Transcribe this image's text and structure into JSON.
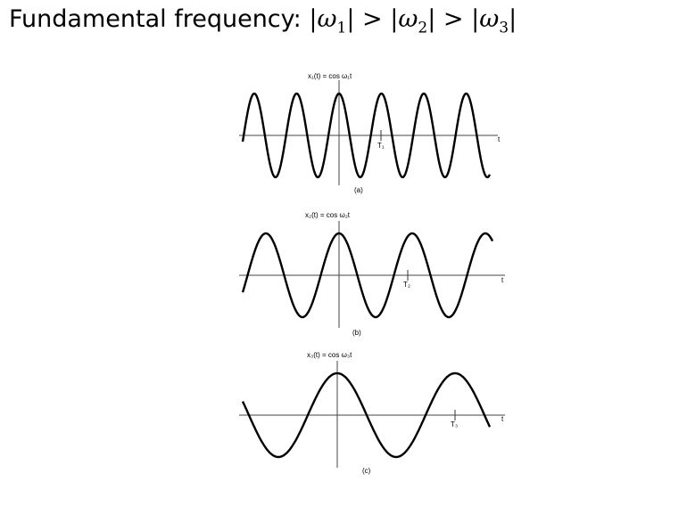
{
  "title": {
    "prefix": "Fundamental frequency:",
    "omega": "ω",
    "subs": [
      "1",
      "2",
      "3"
    ],
    "gt": ">"
  },
  "panels": [
    {
      "formula": "x₁(t) = cos ω₁t",
      "period_label": "T₁",
      "axis_label": "t",
      "caption": "(a)"
    },
    {
      "formula": "x₂(t) = cos ω₂t",
      "period_label": "T₂",
      "axis_label": "t",
      "caption": "(b)"
    },
    {
      "formula": "x₃(t) = cos ω₃t",
      "period_label": "T₃",
      "axis_label": "t",
      "caption": "(c)"
    }
  ]
}
